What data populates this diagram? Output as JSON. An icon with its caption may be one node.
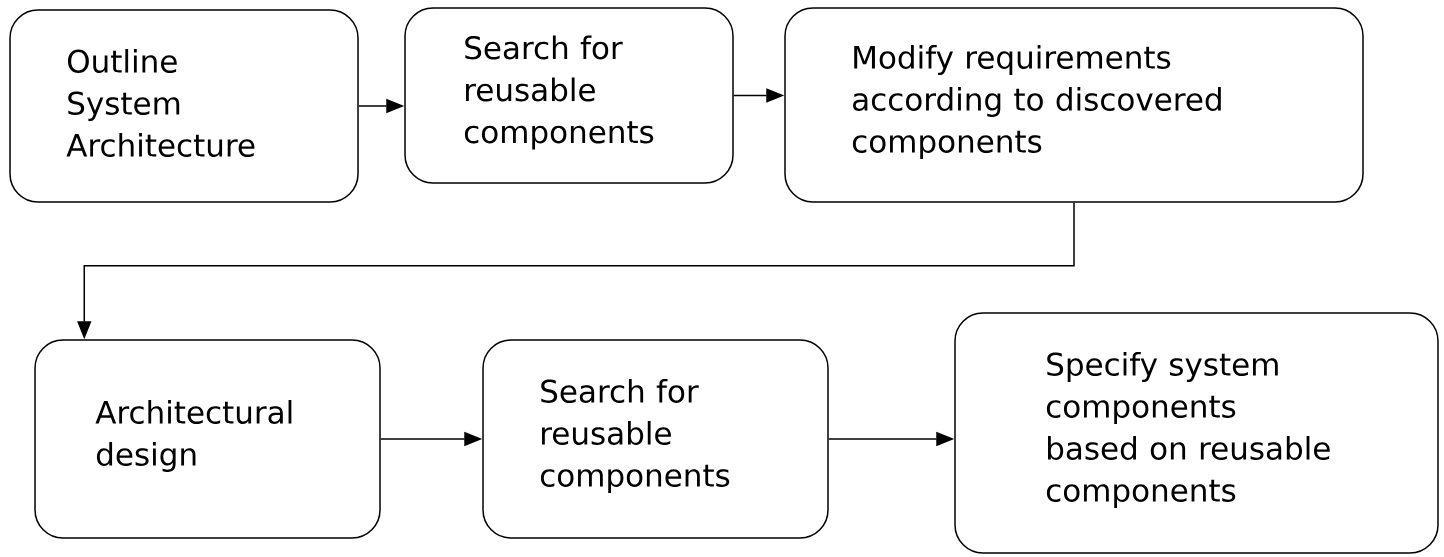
{
  "diagram": {
    "nodes": [
      {
        "text": [
          "Outline System Architecture"
        ]
      },
      {
        "text": [
          "Search for reusable components"
        ]
      },
      {
        "text": [
          "Modify requirements according to discovered components"
        ]
      },
      {
        "text": [
          "Architectural design"
        ]
      },
      {
        "text": [
          "Search for reusable components"
        ]
      },
      {
        "text": [
          "Specify system components based on reusable components"
        ]
      }
    ],
    "edges": [
      {
        "from": 0,
        "to": 1,
        "arrow": "to"
      },
      {
        "from": 1,
        "to": 2,
        "arrow": "to"
      },
      {
        "from": 2,
        "to": 3,
        "arrow": "to"
      },
      {
        "from": 3,
        "to": 4,
        "arrow": "to"
      },
      {
        "from": 4,
        "to": 5,
        "arrow": "to"
      }
    ]
  }
}
